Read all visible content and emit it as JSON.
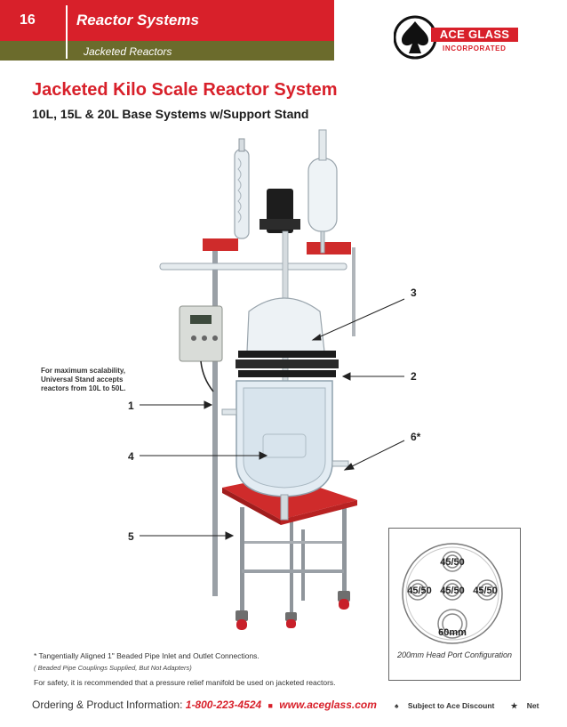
{
  "header": {
    "page_number": "16",
    "section": "Reactor Systems",
    "subsection": "Jacketed Reactors"
  },
  "brand": {
    "name": "ACE GLASS",
    "suffix": "INCORPORATED",
    "color": "#d8202a"
  },
  "title": "Jacketed Kilo Scale Reactor System",
  "subtitle": "10L, 15L & 20L Base Systems w/Support Stand",
  "callouts": [
    "3",
    "2",
    "6*",
    "1",
    "4",
    "5"
  ],
  "stand_note": "For maximum scalability, Universal Stand accepts reactors from 10L to 50L.",
  "footnotes": {
    "tangential": "* Tangentially Aligned 1\" Beaded Pipe Inlet and Outlet Connections.",
    "couplings": "( Beaded Pipe Couplings Supplied, But Not Adapters)",
    "safety": "For safety, it is recommended that a pressure relief manifold be used on jacketed reactors."
  },
  "head_port": {
    "ports": [
      "45/50",
      "45/50",
      "45/50",
      "45/50",
      "60mm"
    ],
    "caption": "200mm Head Port Configuration"
  },
  "footer": {
    "label": "Ordering & Product Information:",
    "phone": "1-800-223-4524",
    "url": "www.aceglass.com",
    "legend_discount": "Subject to Ace Discount",
    "legend_net": "Net"
  }
}
